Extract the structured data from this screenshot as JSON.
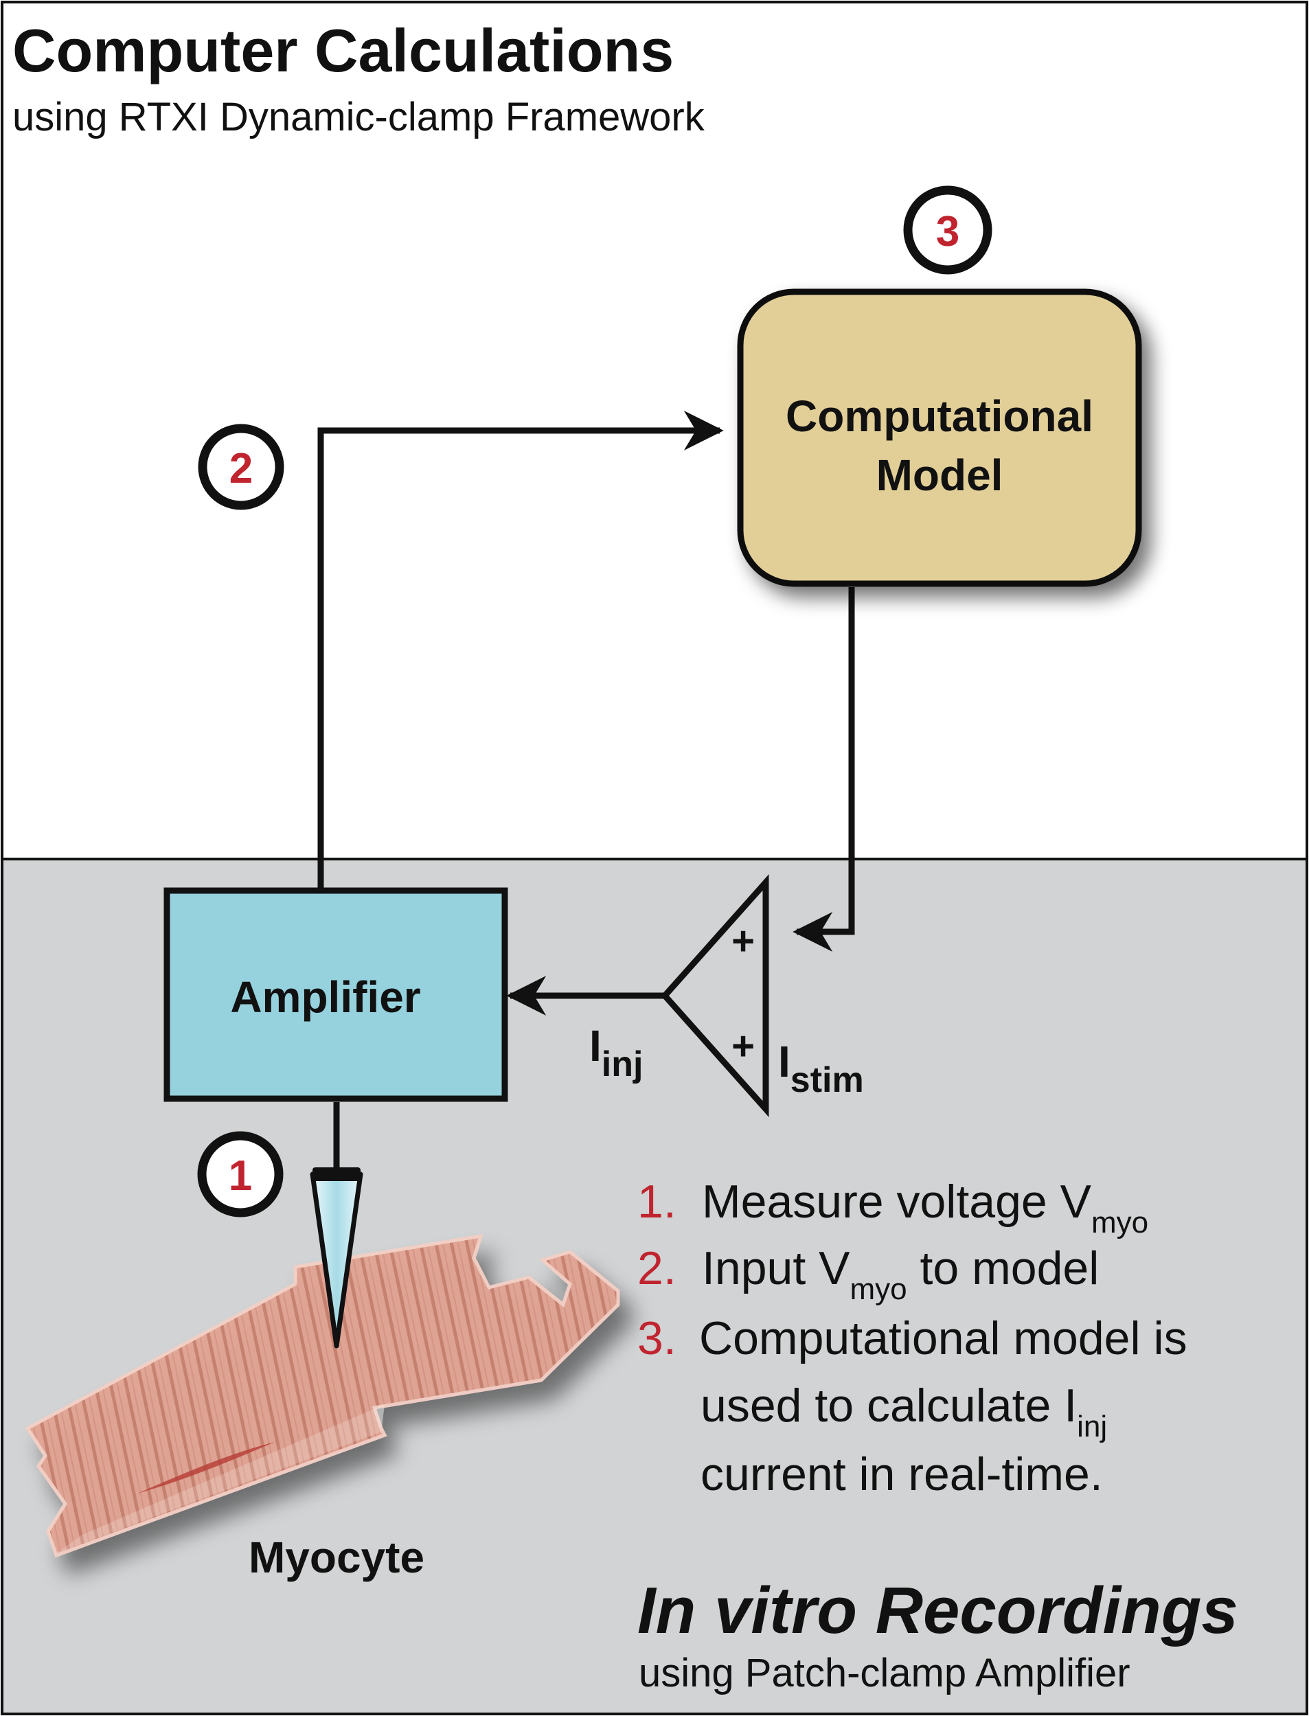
{
  "top_section": {
    "title": "Computer Calculations",
    "subtitle": "using RTXI Dynamic-clamp Framework"
  },
  "bottom_section": {
    "title": "In vitro Recordings",
    "subtitle": "using Patch-clamp Amplifier"
  },
  "nodes": {
    "model_line1": "Computational",
    "model_line2": "Model",
    "amplifier": "Amplifier",
    "myocyte": "Myocyte"
  },
  "badges": [
    "1",
    "2",
    "3"
  ],
  "currents": {
    "inj_main": "I",
    "inj_sub": "inj",
    "stim_main": "I",
    "stim_sub": "stim",
    "plus": "+"
  },
  "steps": [
    {
      "num": "1.",
      "pre": "Measure voltage V",
      "sub": "myo",
      "post": ""
    },
    {
      "num": "2.",
      "pre": "Input V",
      "sub": "myo",
      "post": " to model"
    },
    {
      "num": "3.",
      "line1": "Computational model is",
      "line2_pre": "used to calculate I",
      "line2_sub": "inj",
      "line3": "current in real-time."
    }
  ],
  "colors": {
    "top_background": "#ffffff",
    "bottom_background": "#d1d3d4",
    "model_fill": "#e1cf97",
    "amplifier_fill": "#96d2dd",
    "accent_red": "#c0242f",
    "line": "#111111"
  }
}
